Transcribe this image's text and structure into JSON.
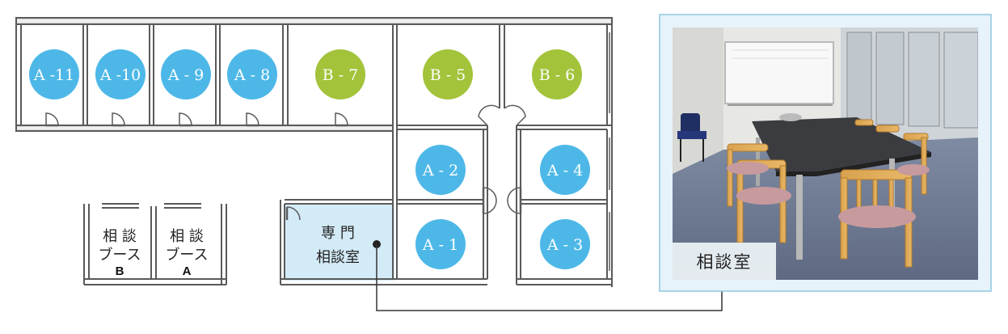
{
  "rooms": {
    "a11": "A -11",
    "a10": "A -10",
    "a9": "A - 9",
    "a8": "A - 8",
    "b7": "B - 7",
    "b5": "B - 5",
    "b6": "B - 6",
    "a2": "A - 2",
    "a4": "A - 4",
    "a1": "A - 1",
    "a3": "A - 3"
  },
  "booths": {
    "b": {
      "line1": "相 談",
      "line2": "ブース",
      "letter": "B"
    },
    "a": {
      "line1": "相 談",
      "line2": "ブース",
      "letter": "A"
    }
  },
  "special_room": {
    "line1": "専 門",
    "line2": "相談室"
  },
  "photo": {
    "caption": "相談室"
  },
  "colors": {
    "blue": "#4db8e8",
    "green": "#a2c33a",
    "special_fill": "#d3ebf7",
    "wall": "#5a5a5a",
    "photo_frame_bg": "#e6f3fa"
  }
}
